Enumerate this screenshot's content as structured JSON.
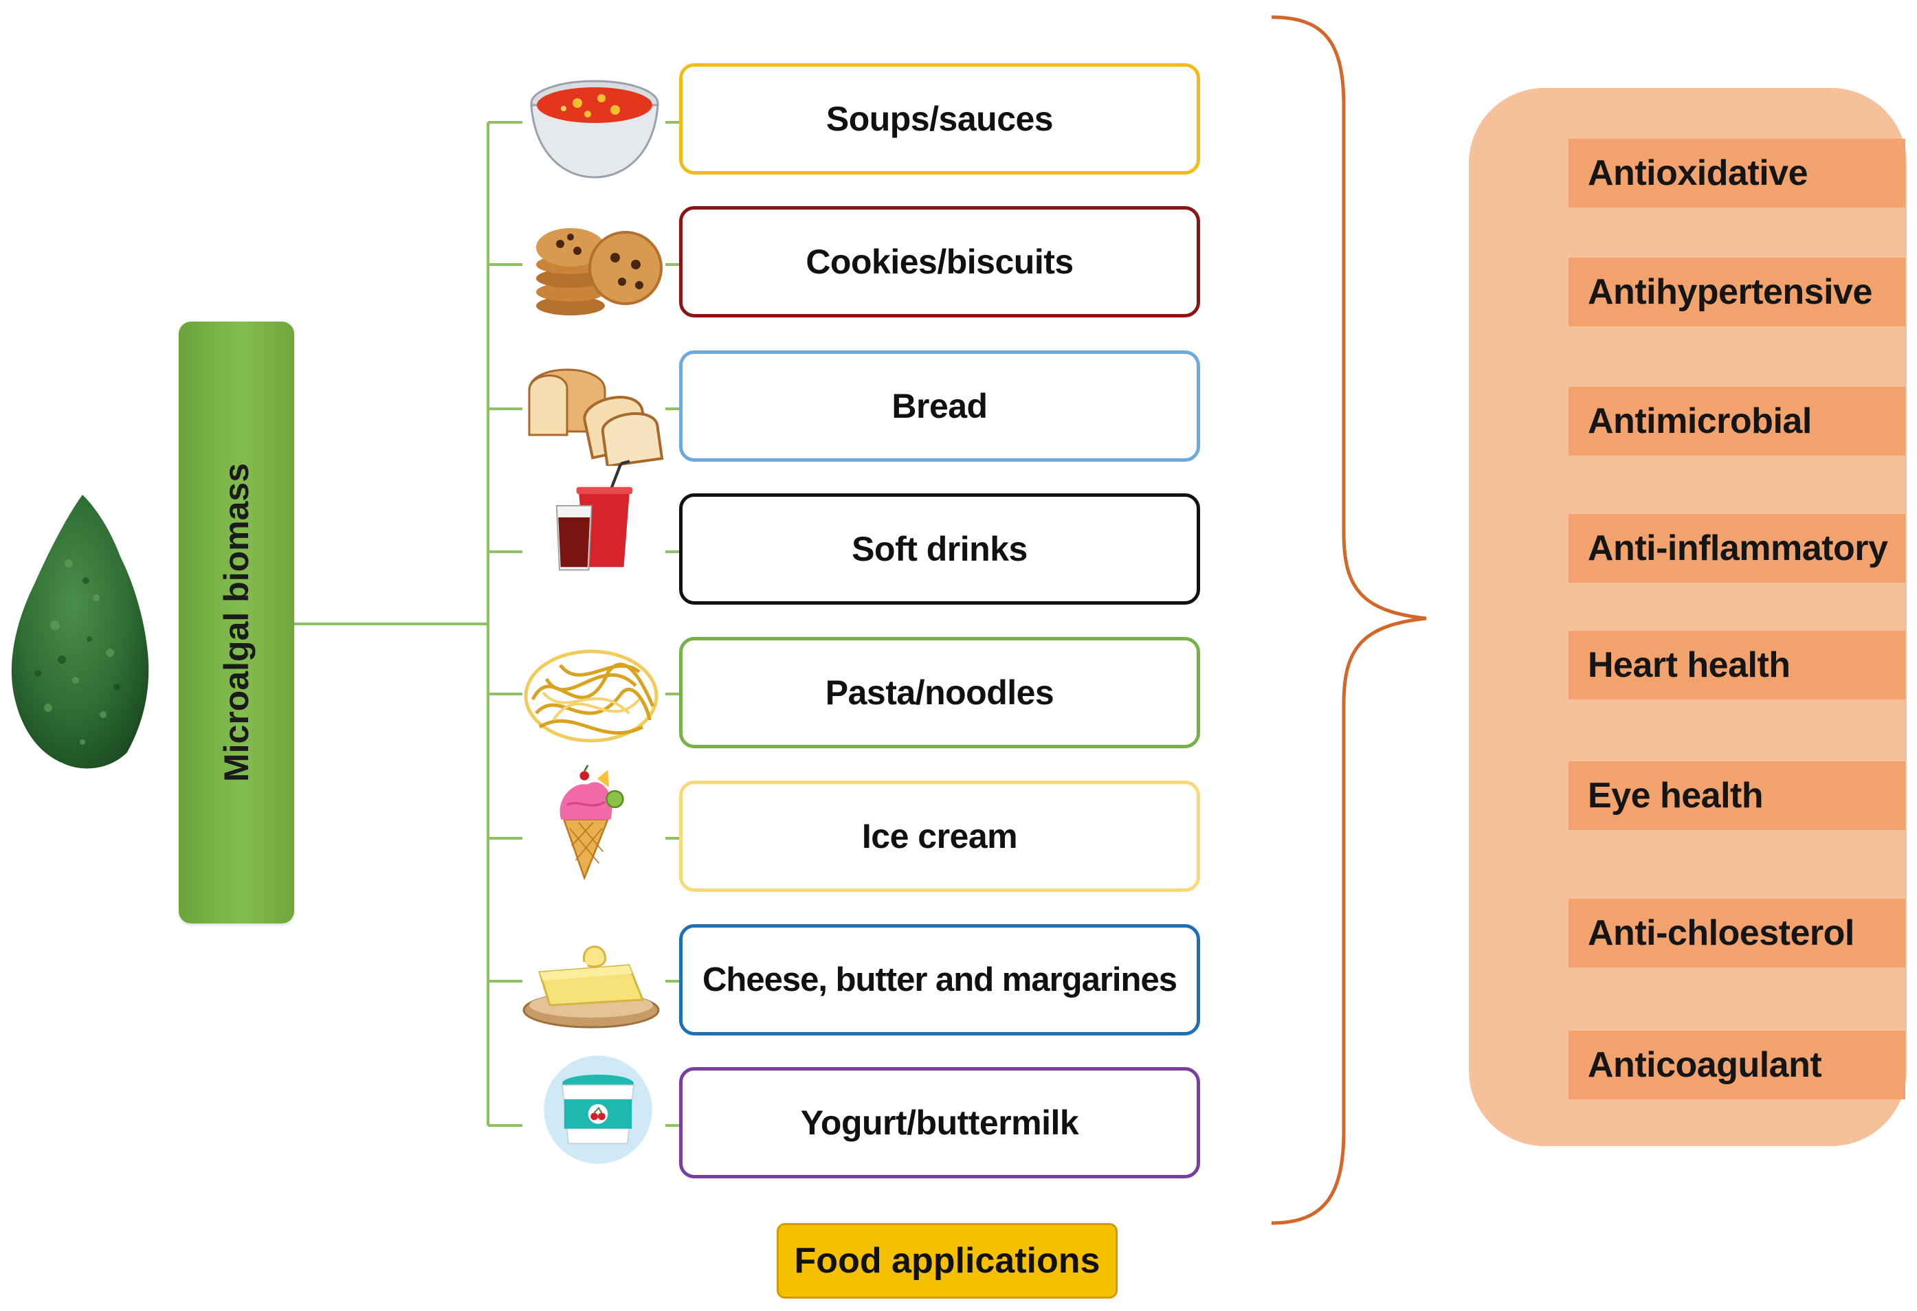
{
  "diagram": {
    "source_label": "Microalgal biomass",
    "food_items": [
      {
        "label": "Soups/sauces",
        "border": "#f2bb1a",
        "icon": "soup-bowl-icon"
      },
      {
        "label": "Cookies/biscuits",
        "border": "#8b1414",
        "icon": "cookies-icon"
      },
      {
        "label": "Bread",
        "border": "#6fa8dc",
        "icon": "bread-icon"
      },
      {
        "label": "Soft drinks",
        "border": "#111111",
        "icon": "soft-drink-icon"
      },
      {
        "label": "Pasta/noodles",
        "border": "#78b04a",
        "icon": "noodles-icon"
      },
      {
        "label": "Ice cream",
        "border": "#f8d978",
        "icon": "ice-cream-icon"
      },
      {
        "label": "Cheese, butter and margarines",
        "border": "#1f6fb5",
        "icon": "butter-icon"
      },
      {
        "label": "Yogurt/buttermilk",
        "border": "#7a3e9d",
        "icon": "yogurt-icon"
      }
    ],
    "footer_label": "Food applications",
    "benefits": [
      "Antioxidative",
      "Antihypertensive",
      "Antimicrobial",
      "Anti-inflammatory",
      "Heart health",
      "Eye health",
      "Anti-chloesterol",
      "Anticoagulant"
    ],
    "colors": {
      "connector": "#8cc063",
      "brace": "#d2672a",
      "panel": "#f6c09a",
      "benefit_fill": "#f2a26d",
      "footer_fill": "#f5c001",
      "biomass_bar": "#7db446"
    }
  }
}
